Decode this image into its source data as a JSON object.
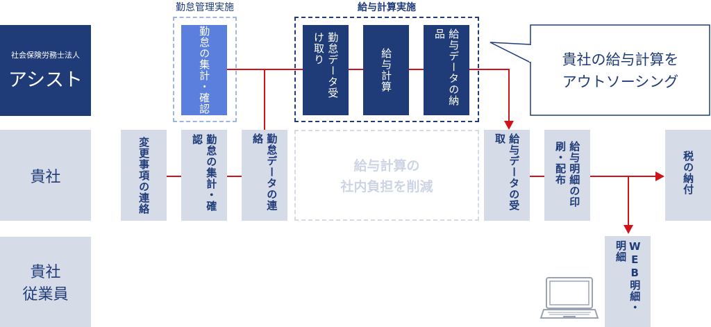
{
  "lanes": {
    "assist": {
      "subtitle": "社会保険労務士法人",
      "title": "アシスト"
    },
    "client": {
      "title": "貴社"
    },
    "employees": {
      "line1": "貴社",
      "line2": "従業員"
    }
  },
  "groups": {
    "attendance": "勤怠管理実施",
    "payroll": "給与計算実施"
  },
  "assist_steps": {
    "attendance_check": "勤怠の集計・確認",
    "receive_attendance": "勤怠データ受け取り",
    "payroll_calc": "給与計算",
    "deliver_payroll": "給与データの納品"
  },
  "callout": {
    "line1": "貴社の給与計算を",
    "line2": "アウトソーシング"
  },
  "client_steps": {
    "change_notice": "変更事項の連絡",
    "attendance_check": "勤怠の集計・確認",
    "send_attendance": "勤怠データの連絡",
    "receive_payroll": "給与データの受取",
    "print_slips": "給与明細の印刷・配布",
    "tax_payment": "税の納付"
  },
  "reduced_burden": {
    "line1": "給与計算の",
    "line2": "社内負担を削減"
  },
  "employee_steps": {
    "web_slips": "WEB明細・明細"
  },
  "icons": {
    "laptop": "laptop-icon"
  }
}
